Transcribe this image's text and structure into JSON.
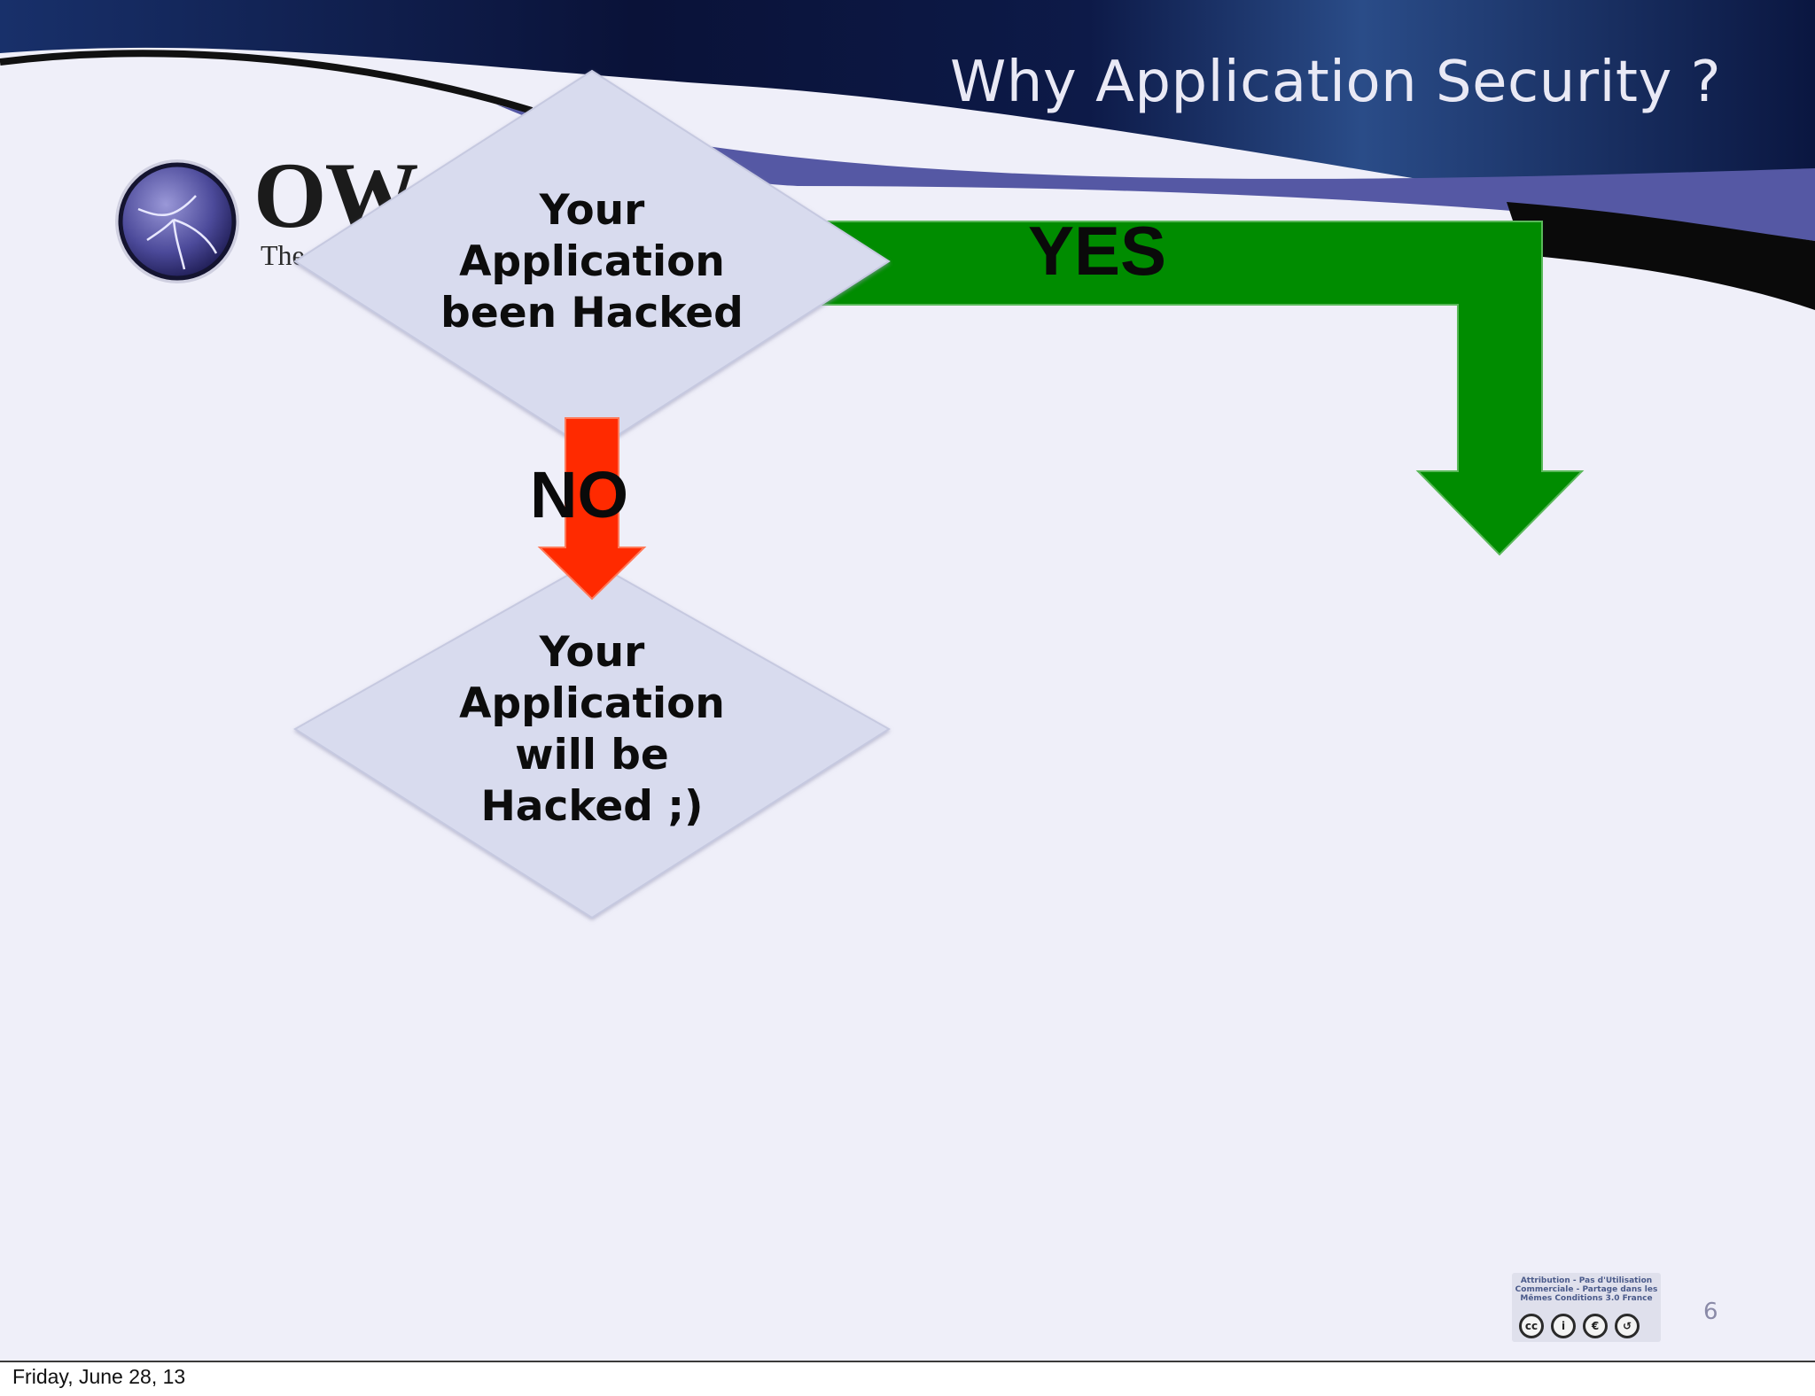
{
  "slide": {
    "title": "Why Application Security ?",
    "logo": {
      "text": "OW",
      "tagline": "The"
    },
    "page_number": "6",
    "colors": {
      "background": "#efeff9",
      "header_dark": "#0c1840",
      "header_band": "#5558a4",
      "diamond_fill": "#d8dbee",
      "yes_arrow": "#008c00",
      "no_arrow": "#ff2a00"
    }
  },
  "flowchart": {
    "decision": {
      "lines": [
        "Your",
        "Application",
        "been Hacked"
      ]
    },
    "outcome": {
      "lines": [
        "Your",
        "Application",
        "will be",
        "Hacked ;)"
      ]
    },
    "yes_label": "YES",
    "no_label": "NO"
  },
  "license_badge": {
    "text": "Attribution - Pas d'Utilisation Commerciale - Partage dans les Mêmes Conditions 3.0 France",
    "icons": [
      "cc-icon",
      "attribution-icon",
      "noncommercial-icon",
      "share-alike-icon"
    ]
  },
  "footer": {
    "date": "Friday, June 28, 13"
  }
}
